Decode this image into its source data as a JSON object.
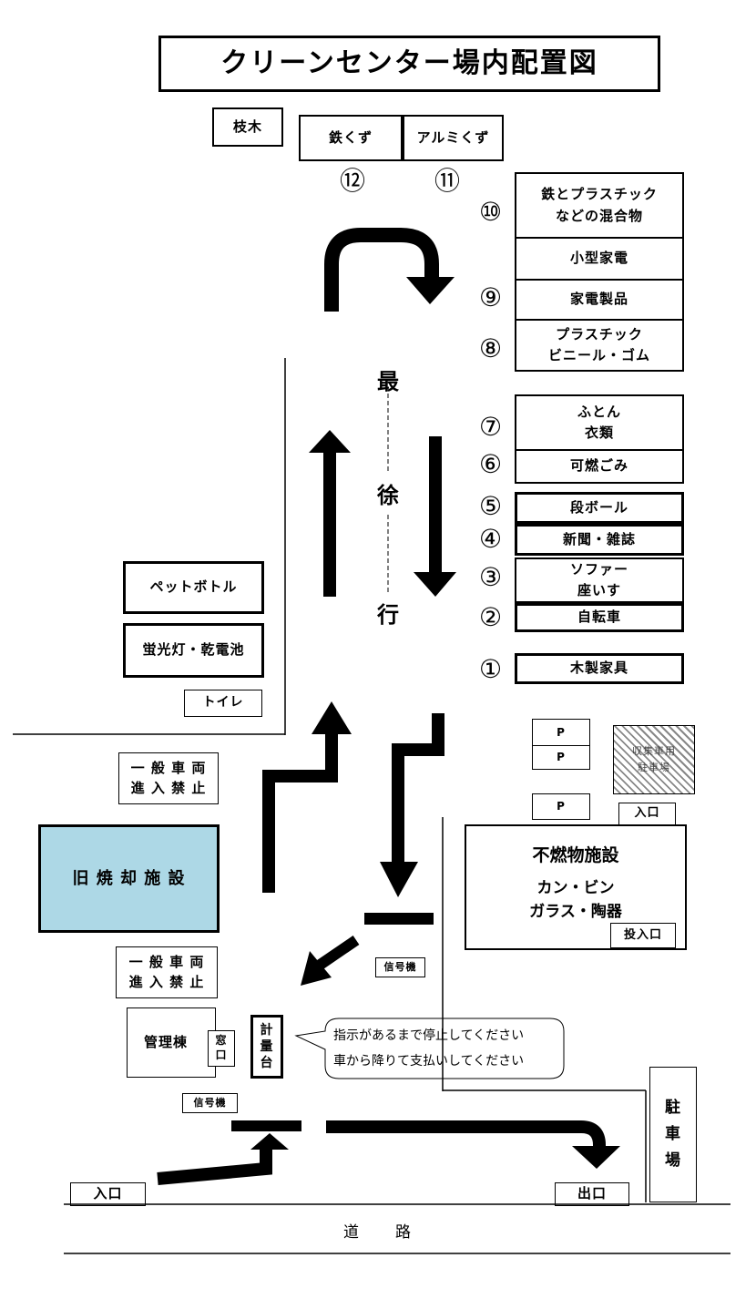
{
  "title": "クリーンセンター場内配置図",
  "top_items": {
    "edaki": "枝木",
    "tetsu": "鉄くず",
    "alumi": "アルミくず"
  },
  "stations": [
    {
      "no": "⑫",
      "label": "鉄くず"
    },
    {
      "no": "⑪",
      "label": "アルミくず"
    },
    {
      "no": "⑩",
      "label": "鉄とプラスチック\nなどの混合物"
    },
    {
      "no": "",
      "label": "小型家電"
    },
    {
      "no": "⑨",
      "label": "家電製品"
    },
    {
      "no": "⑧",
      "label": "プラスチック\nビニール・ゴム"
    },
    {
      "no": "⑦",
      "label": "ふとん\n衣類"
    },
    {
      "no": "⑥",
      "label": "可燃ごみ"
    },
    {
      "no": "⑤",
      "label": "段ボール"
    },
    {
      "no": "④",
      "label": "新聞・雑誌"
    },
    {
      "no": "③",
      "label": "ソファー\n座いす"
    },
    {
      "no": "②",
      "label": "自転車"
    },
    {
      "no": "①",
      "label": "木製家具"
    }
  ],
  "slow_chars": [
    "最",
    "徐",
    "行"
  ],
  "left_items": {
    "pet": "ペットボトル",
    "lamp": "蛍光灯・乾電池",
    "toilet": "トイレ",
    "no_entry": "一 般 車 両\n進 入 禁 止",
    "old_incinerator": "旧 焼 却 施 設",
    "admin": "管理棟",
    "window": "窓\n口",
    "scale": "計\n量\n台",
    "signal": "信号機"
  },
  "callout": {
    "line1": "指示があるまで停止してください",
    "line2": "車から降りて支払いしてください"
  },
  "right_items": {
    "p": "P",
    "collect_parking": "収集車用\n駐車場",
    "entrance": "入口",
    "funen_title": "不燃物施設",
    "funen_sub": "カン・ビン\nガラス・陶器",
    "tonyu": "投入口",
    "signal": "信号機",
    "parking": "駐\n車\n場"
  },
  "bottom": {
    "entrance": "入口",
    "exit": "出口",
    "road": "道　　路"
  },
  "colors": {
    "old_incinerator_fill": "#add8e6",
    "hatch": "#888888"
  }
}
